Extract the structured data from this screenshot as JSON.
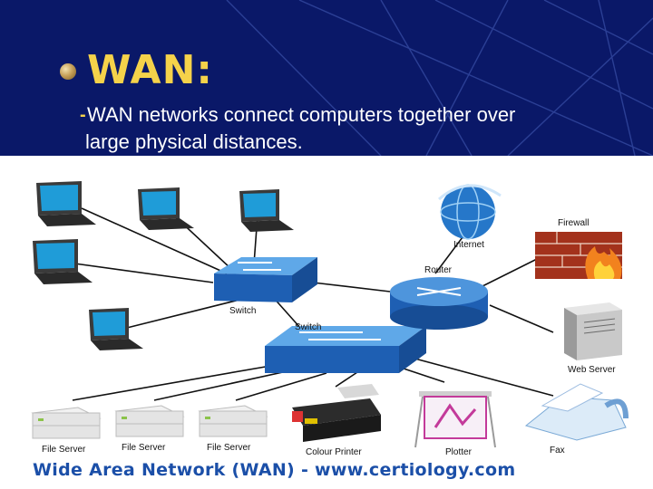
{
  "slide": {
    "title": "WAN:",
    "bullet_line1": "WAN networks connect computers together over",
    "bullet_line2": "large physical distances.",
    "bullet_marker": "-"
  },
  "diagram": {
    "labels": {
      "internet": "Internet",
      "firewall": "Firewall",
      "router": "Router",
      "switch_top": "Switch",
      "switch_bottom": "Switch",
      "web_server": "Web Server",
      "file_server_1": "File Server",
      "file_server_2": "File Server",
      "file_server_3": "File Server",
      "colour_printer": "Colour Printer",
      "plotter": "Plotter",
      "fax": "Fax"
    }
  },
  "footer": {
    "caption": "Wide Area Network (WAN) - www.certiology.com"
  },
  "colors": {
    "header_bg": "#0a1868",
    "title": "#f5d24a",
    "caption": "#1b4fa8",
    "cable": "#111111"
  }
}
